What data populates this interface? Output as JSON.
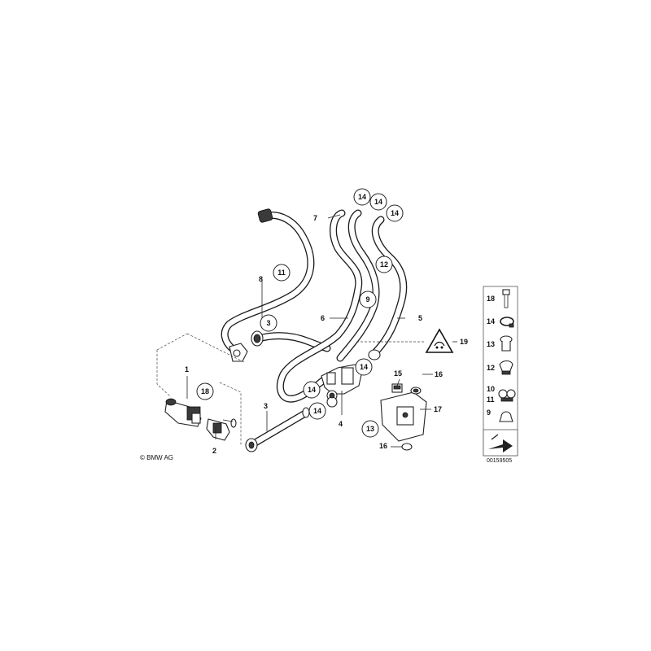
{
  "callouts": {
    "c1": "1",
    "c2": "2",
    "c3a": "3",
    "c3b": "3",
    "c4": "4",
    "c5": "5",
    "c6": "6",
    "c7": "7",
    "c8": "8",
    "c9": "9",
    "c11": "11",
    "c12": "12",
    "c13": "13",
    "c14a": "14",
    "c14b": "14",
    "c14c": "14",
    "c14d": "14",
    "c14e": "14",
    "c14f": "14",
    "c15": "15",
    "c16a": "16",
    "c16b": "16",
    "c17": "17",
    "c18": "18",
    "c19": "19"
  },
  "legend": [
    {
      "label": "18",
      "icon": "bolt-icon"
    },
    {
      "label": "14",
      "icon": "hose-clamp-icon"
    },
    {
      "label": "13",
      "icon": "expanding-rivet-icon"
    },
    {
      "label": "12",
      "icon": "clip-icon"
    },
    {
      "label": "10",
      "icon": "double-clip-icon"
    },
    {
      "label": "11",
      "icon": "double-clip-icon"
    },
    {
      "label": "9",
      "icon": "bracket-clip-icon"
    }
  ],
  "copyright": "© BMW AG",
  "drawing_code": "00159505"
}
